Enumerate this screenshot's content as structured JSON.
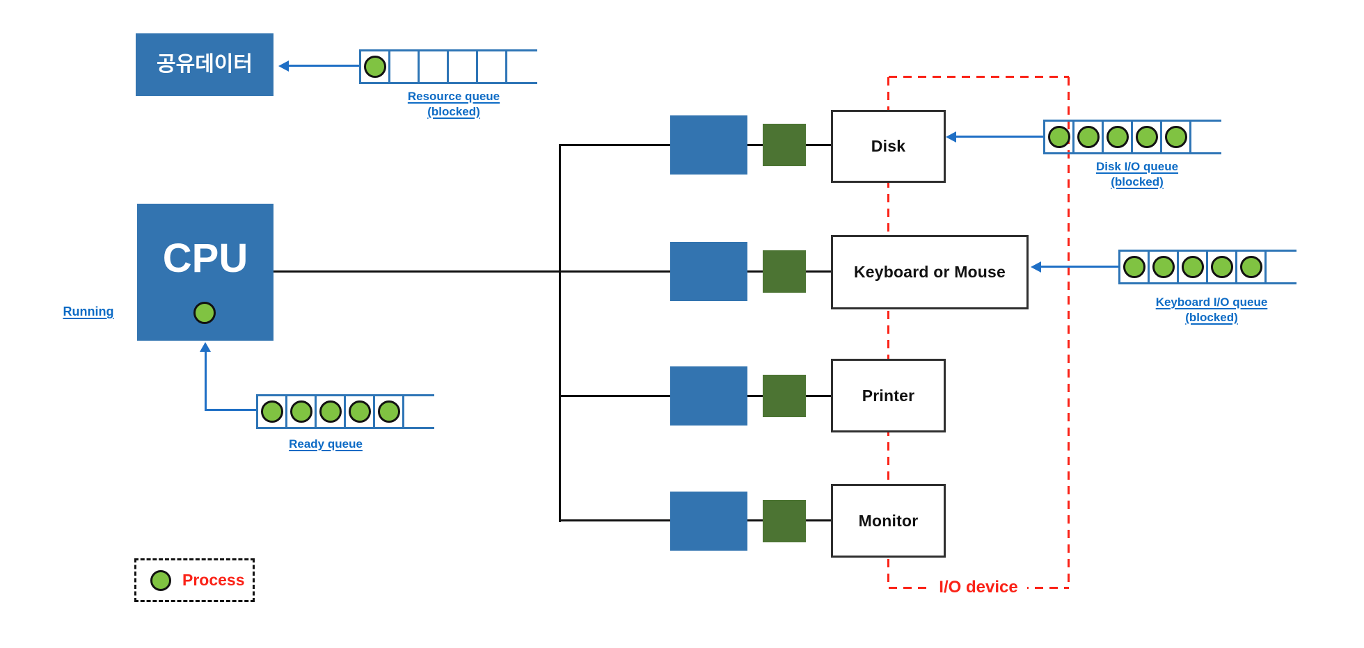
{
  "diagram": {
    "shared_data": {
      "label": "공유데이터"
    },
    "cpu": {
      "label": "CPU",
      "state_label": "Running"
    },
    "queues": {
      "resource": {
        "title": "Resource queue",
        "subtitle": "(blocked)",
        "cells": 5,
        "filled": 1
      },
      "ready": {
        "title": "Ready queue",
        "subtitle": "",
        "cells": 5,
        "filled": 5
      },
      "disk": {
        "title": "Disk I/O queue",
        "subtitle": "(blocked)",
        "cells": 5,
        "filled": 5
      },
      "keyboard": {
        "title": "Keyboard I/O queue",
        "subtitle": "(blocked)",
        "cells": 5,
        "filled": 5
      }
    },
    "devices": [
      {
        "label": "Disk"
      },
      {
        "label": "Keyboard or Mouse"
      },
      {
        "label": "Printer"
      },
      {
        "label": "Monitor"
      }
    ],
    "io_region_label": "I/O device",
    "legend": {
      "label": "Process"
    },
    "colors": {
      "box_blue": "#3374B0",
      "square_green": "#4C7433",
      "process_green": "#80C342",
      "queue_border_blue": "#2E75B6",
      "arrow_blue": "#1F6FC5",
      "label_blue": "#0D6BC5",
      "accent_red": "#FA2318",
      "line_black": "#101010"
    }
  }
}
